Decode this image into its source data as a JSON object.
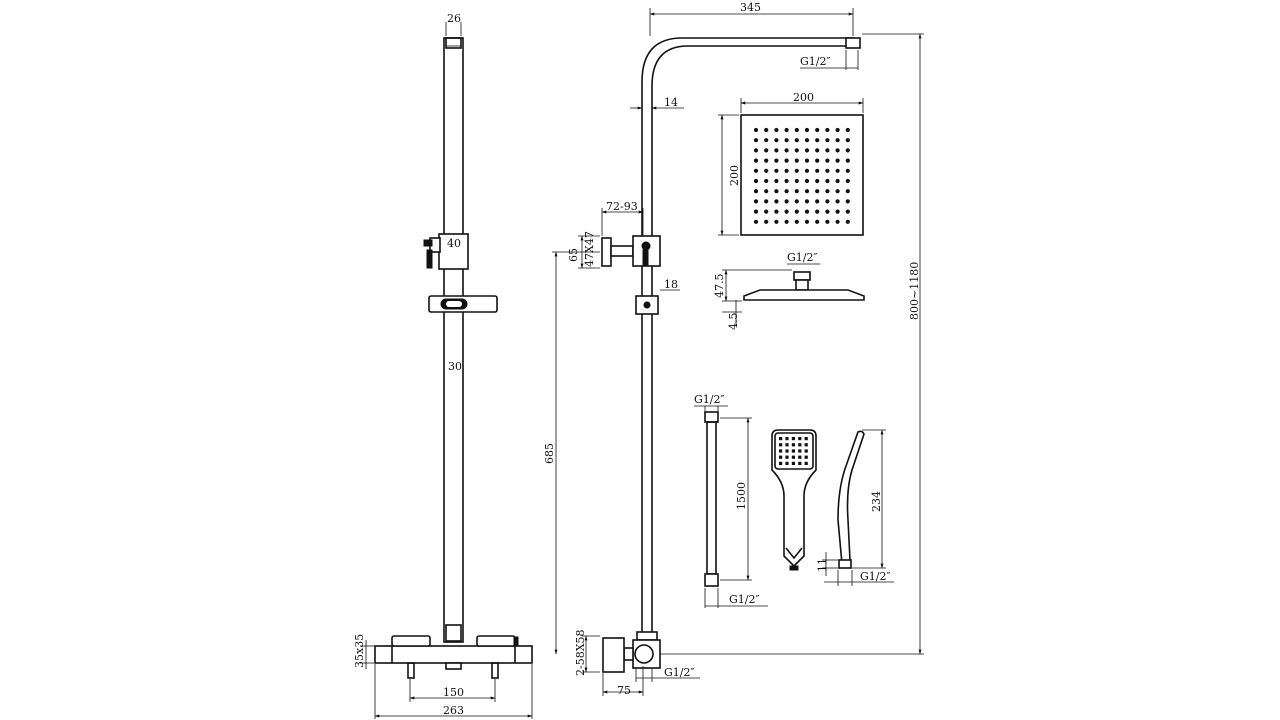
{
  "dims": {
    "bar_top_width": "26",
    "holder": "40",
    "pipe": "30",
    "valve_block": "35x35",
    "centres": "150",
    "valve_width": "263",
    "arm_reach": "345",
    "connection_top": "G1/2″",
    "pipe_diameter": "14",
    "head_width": "200",
    "head_height": "200",
    "head_connection": "G1/2″",
    "head_thickness": "47.5",
    "head_plate": "4.5",
    "adjust": "72-93",
    "wall_bracket_h": "65",
    "wall_bracket_plate": "47X47",
    "slider": "18",
    "height_total": "800~1180",
    "height_lower": "685",
    "hose_top": "G1/2″",
    "hose_length": "1500",
    "hose_bottom": "G1/2″",
    "handset_length": "234",
    "handset_thread": "11",
    "handset_connection": "G1/2″",
    "inlet_fitting": "2-58X58",
    "inlet_offset": "75",
    "inlet_connection": "G1/2″"
  }
}
